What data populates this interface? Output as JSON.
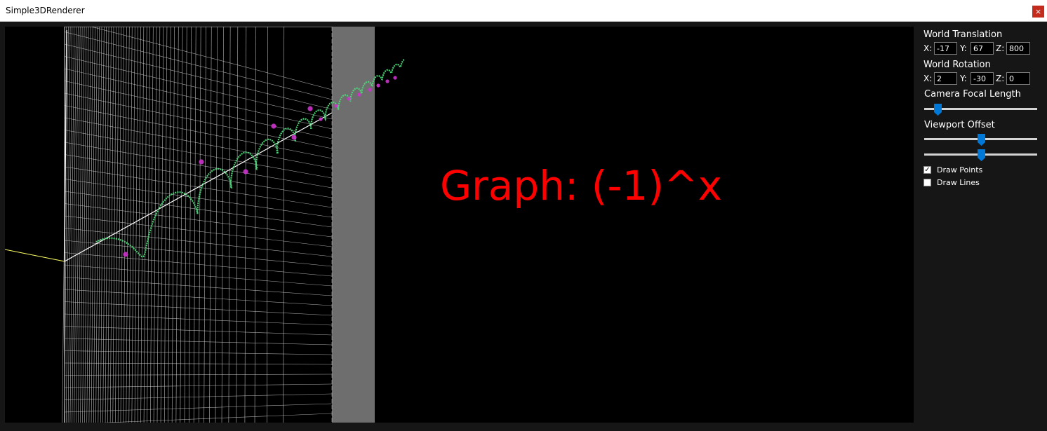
{
  "window": {
    "title": "Simple3DRenderer",
    "close_label": "×"
  },
  "overlay": {
    "graph_label": "Graph: (-1)^x",
    "color": "#ff0000"
  },
  "panel": {
    "translation": {
      "label": "World Translation",
      "x": "-17",
      "y": "67",
      "z": "800"
    },
    "rotation": {
      "label": "World Rotation",
      "x": "2",
      "y": "-30",
      "z": "0"
    },
    "axis_labels": {
      "x": "X:",
      "y": "Y:",
      "z": "Z:"
    },
    "focal": {
      "label": "Camera Focal Length",
      "value": 0.12
    },
    "viewport_offset": {
      "label": "Viewport Offset",
      "value_1": 0.5,
      "value_2": 0.5
    },
    "draw_points": {
      "label": "Draw Points",
      "checked": true
    },
    "draw_lines": {
      "label": "Draw Lines",
      "checked": false
    }
  },
  "colors": {
    "accent": "#0078d7",
    "curve": "#4ddb7a",
    "points": "#cc33cc",
    "grid": "#d8d8d8",
    "wall": "#6e6e6e",
    "axis_yellow": "#ffff66"
  }
}
